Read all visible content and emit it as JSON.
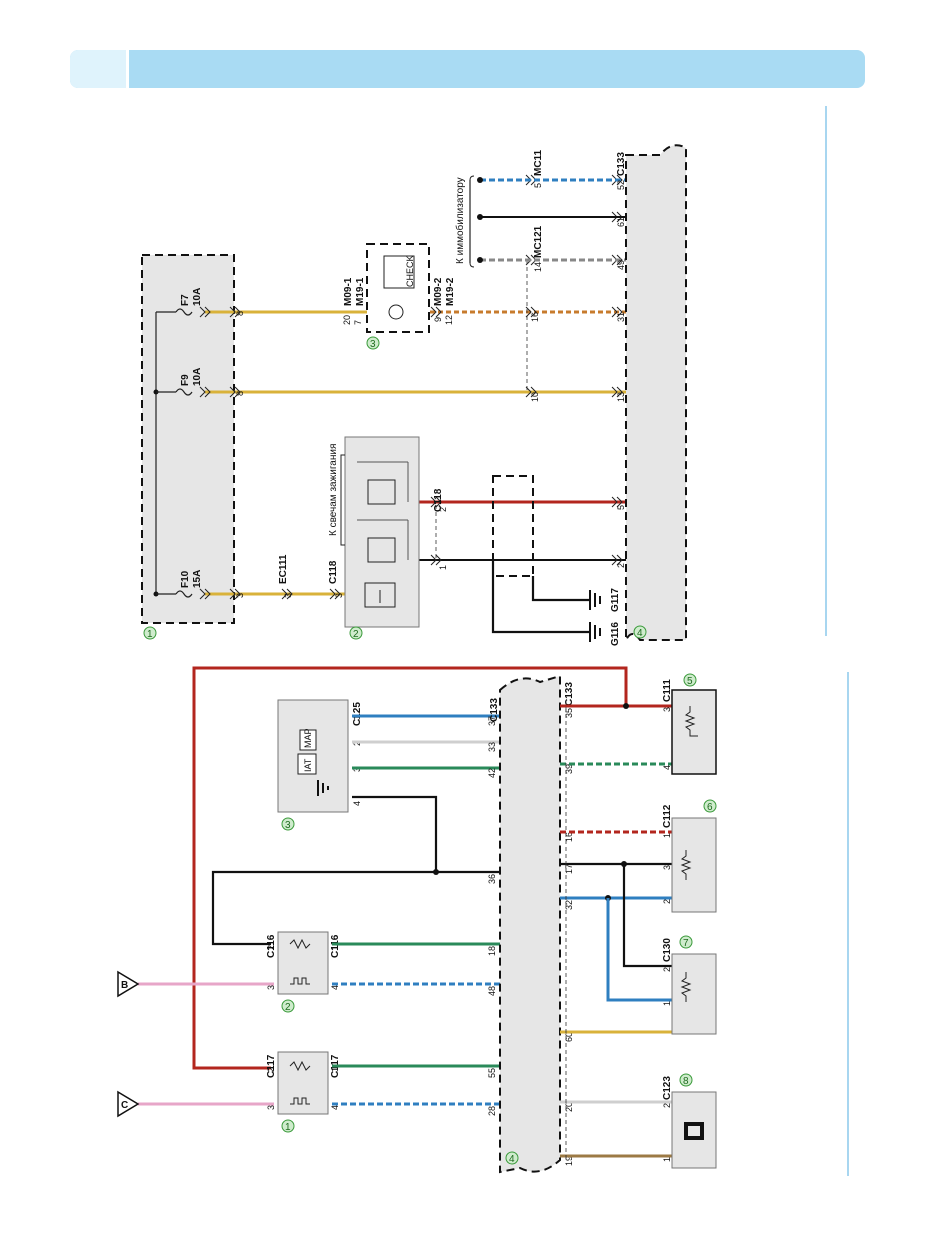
{
  "colors": {
    "header": "#a9dbf3",
    "header_tab": "#dff3fc",
    "module_fill": "#e6e6e6",
    "wire_red": "#b3261e",
    "wire_yellow": "#d9b23a",
    "wire_blue": "#2f7fc0",
    "wire_green": "#2a8a5a",
    "wire_black": "#111111",
    "wire_pink": "#e7a6c8",
    "wire_white": "#cfcfcf",
    "callout": "#3a9a3a",
    "rule": "#8cc9ec"
  },
  "upper": {
    "fuse_box_num": "1",
    "fuses": [
      {
        "name": "F10",
        "rating": "15A",
        "pin_a": "3"
      },
      {
        "name": "F9",
        "rating": "10A",
        "pin_a": "8"
      },
      {
        "name": "F7",
        "rating": "10A",
        "pin_a": "8"
      }
    ],
    "ec111": {
      "label": "EC111",
      "pin": "3"
    },
    "c118_left": {
      "label": "C118",
      "pin": "3"
    },
    "ignition_coil": {
      "num": "2",
      "caption": "К свечам зажигания",
      "c118": "C118",
      "pin_1": "1",
      "pin_2": "2"
    },
    "check_lamp": {
      "num": "3",
      "conn_top": [
        "M09-1",
        "M19-1"
      ],
      "conn_bottom": [
        "M09-2",
        "M19-2"
      ],
      "pins_top": [
        "20",
        "7"
      ],
      "pins_bottom": [
        "9",
        "12"
      ],
      "text": "CHECK"
    },
    "immobilizer": {
      "caption": "К иммобилизатору",
      "mc11": "MC11",
      "mc121": "MC121",
      "pins": [
        "5",
        "14"
      ]
    },
    "grounds": [
      "G116",
      "G117"
    ],
    "ecm": {
      "num": "4",
      "conn": "C133",
      "pins": [
        "2",
        "5",
        "13",
        "31",
        "49",
        "61",
        "52"
      ]
    },
    "pin_16": "16",
    "pin_10": "10"
  },
  "lower": {
    "connectors": {
      "c117": {
        "num": "1",
        "label_top": "C117",
        "label_bot": "C117",
        "pins": [
          "2",
          "3",
          "1",
          "4"
        ]
      },
      "c116": {
        "num": "2",
        "label_top": "C116",
        "label_bot": "C116",
        "pins": [
          "2",
          "3",
          "1",
          "4"
        ]
      },
      "c125": {
        "num": "3",
        "label": "C125",
        "pins": [
          "1",
          "2",
          "3",
          "4"
        ],
        "iat": "IAT",
        "map": "MAP"
      }
    },
    "inputs": [
      "B",
      "C"
    ],
    "ecm": {
      "num": "4",
      "conn_left": "C133",
      "conn_right": "C133",
      "pins_left": [
        "37",
        "33",
        "42",
        "36",
        "18",
        "48",
        "55",
        "28"
      ],
      "pins_right": [
        "35",
        "39",
        "16",
        "17",
        "32",
        "60",
        "20",
        "19"
      ]
    },
    "sensors": [
      {
        "num": "5",
        "conn": "C111",
        "pins": [
          "3",
          "4"
        ]
      },
      {
        "num": "6",
        "conn": "C112",
        "pins": [
          "1",
          "3",
          "2"
        ]
      },
      {
        "num": "7",
        "conn": "C130",
        "pins": [
          "2",
          "1"
        ]
      },
      {
        "num": "8",
        "conn": "C123",
        "pins": [
          "2",
          "1"
        ]
      }
    ]
  }
}
